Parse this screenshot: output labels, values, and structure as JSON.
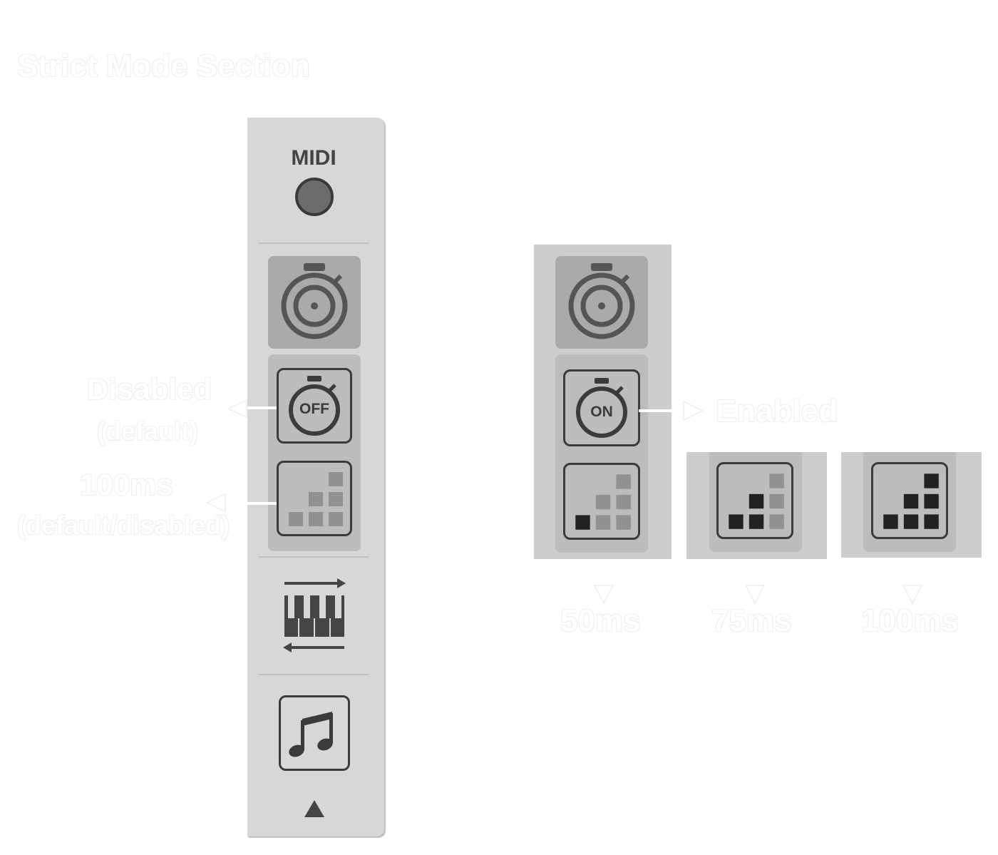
{
  "page": {
    "title": "Strict Mode Section"
  },
  "panel": {
    "midi_label": "MIDI"
  },
  "callouts": {
    "strict_disabled_title": "Disabled",
    "strict_disabled_sub": "(default)",
    "latency_default_title": "100ms",
    "latency_default_sub": "(default/disabled)",
    "strict_enabled": "Enabled"
  },
  "buttons": {
    "strict_off_text": "OFF",
    "strict_on_text": "ON"
  },
  "latency_options": [
    {
      "label": "50ms",
      "level": 1
    },
    {
      "label": "75ms",
      "level": 3
    },
    {
      "label": "100ms",
      "level": 6
    }
  ],
  "colors": {
    "panel_bg": "#d7d7d7",
    "icon_dark": "#3b3b3b",
    "square_active": "#222222",
    "square_inactive": "#919191"
  }
}
